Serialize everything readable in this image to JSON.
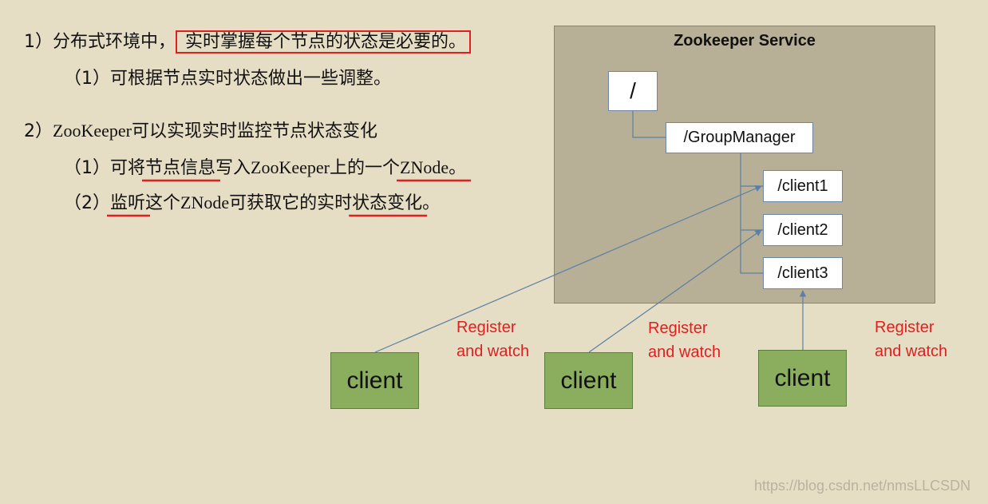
{
  "text": {
    "line1_prefix": "1）分布式环境中，",
    "line1_boxed": "实时掌握每个节点的状态是必要的。",
    "line2": "（1）可根据节点实时状态做出一些调整。",
    "line3_prefix": "2）",
    "line3_serif": "ZooKeeper",
    "line3_suffix": "可以实现实时监控节点状态变化",
    "line4_a": "（1）可将",
    "line4_b": "节点信息",
    "line4_c": "写入",
    "line4_d": "ZooKeeper",
    "line4_e": "上的一个",
    "line4_f": "ZNode",
    "line4_g": "。",
    "line5_a": "（2）",
    "line5_b": "监听",
    "line5_c": "这个",
    "line5_d": "ZNode",
    "line5_e": "可获取它的实时",
    "line5_f": "状态变化",
    "line5_g": "。"
  },
  "diagram": {
    "service_title": "Zookeeper Service",
    "nodes": {
      "root": "/",
      "group_manager": "/GroupManager",
      "client1": "/client1",
      "client2": "/client2",
      "client3": "/client3"
    },
    "clients": [
      "client",
      "client",
      "client"
    ],
    "register_labels": [
      {
        "line1": "Register",
        "line2": "and watch"
      },
      {
        "line1": "Register",
        "line2": "and watch"
      },
      {
        "line1": "Register",
        "line2": "and watch"
      }
    ]
  },
  "watermark": "https://blog.csdn.net/nmsLLCSDN",
  "colors": {
    "background": "#e6dec4",
    "service_box": "#b7af96",
    "client_fill": "#8aad5e",
    "highlight_red": "#e02020",
    "connector_blue": "#5b7fa6"
  }
}
